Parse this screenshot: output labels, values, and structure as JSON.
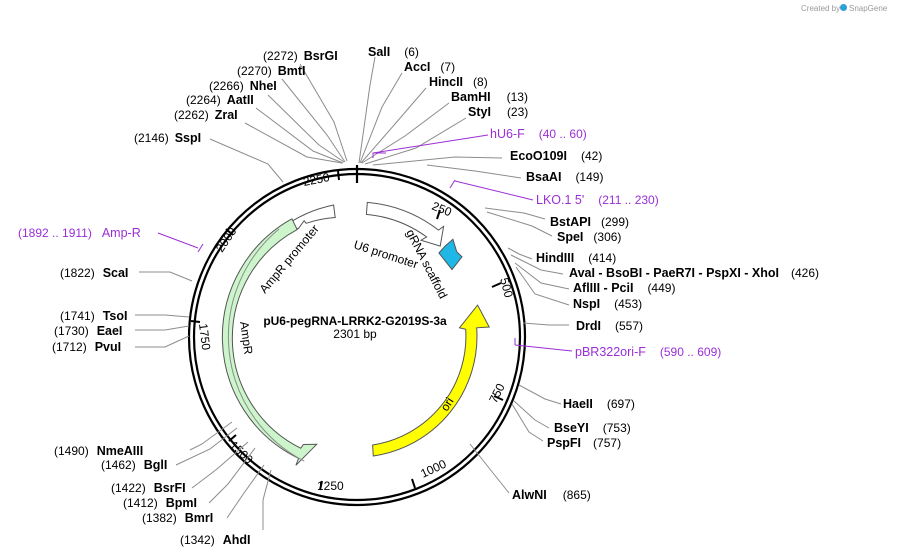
{
  "watermark": {
    "prefix": "Created by",
    "brand": "SnapGene"
  },
  "plasmid": {
    "name": "pU6-pegRNA-LRRK2-G2019S-3a",
    "length_label": "2301 bp"
  },
  "ticks": [
    "250",
    "500",
    "750",
    "1000",
    "1250",
    "1500",
    "1750",
    "2000",
    "2250"
  ],
  "features": {
    "u6_promoter": "U6 promoter",
    "grna_scaffold": "gRNA scaffold",
    "ampr_promoter": "AmpR promoter",
    "ampr": "AmpR",
    "ori": "ori"
  },
  "feature_colors": {
    "u6_promoter": "#ffffff",
    "grna_scaffold": "#1fb8e6",
    "ampr_promoter": "#ffffff",
    "ampr": "#ccf5cc",
    "ori": "#ffff00",
    "primer": "#9b2fd6"
  },
  "sites": [
    {
      "name": "BsrGI",
      "pos": "(2272)"
    },
    {
      "name": "BmtI",
      "pos": "(2270)"
    },
    {
      "name": "NheI",
      "pos": "(2266)"
    },
    {
      "name": "AatII",
      "pos": "(2264)"
    },
    {
      "name": "ZraI",
      "pos": "(2262)"
    },
    {
      "name": "SspI",
      "pos": "(2146)"
    },
    {
      "name": "SalI",
      "pos": "(6)"
    },
    {
      "name": "AccI",
      "pos": "(7)"
    },
    {
      "name": "HincII",
      "pos": "(8)"
    },
    {
      "name": "BamHI",
      "pos": "(13)"
    },
    {
      "name": "StyI",
      "pos": "(23)"
    },
    {
      "name": "EcoO109I",
      "pos": "(42)"
    },
    {
      "name": "BsaAI",
      "pos": "(149)"
    },
    {
      "name": "BstAPI",
      "pos": "(299)"
    },
    {
      "name": "SpeI",
      "pos": "(306)"
    },
    {
      "name": "HindIII",
      "pos": "(414)"
    },
    {
      "name": "AvaI - BsoBI - PaeR7I - PspXI - XhoI",
      "pos": "(426)"
    },
    {
      "name": "AflIII - PciI",
      "pos": "(449)"
    },
    {
      "name": "NspI",
      "pos": "(453)"
    },
    {
      "name": "DrdI",
      "pos": "(557)"
    },
    {
      "name": "HaeII",
      "pos": "(697)"
    },
    {
      "name": "BseYI",
      "pos": "(753)"
    },
    {
      "name": "PspFI",
      "pos": "(757)"
    },
    {
      "name": "AlwNI",
      "pos": "(865)"
    },
    {
      "name": "ScaI",
      "pos": "(1822)"
    },
    {
      "name": "TsoI",
      "pos": "(1741)"
    },
    {
      "name": "EaeI",
      "pos": "(1730)"
    },
    {
      "name": "PvuI",
      "pos": "(1712)"
    },
    {
      "name": "NmeAIII",
      "pos": "(1490)"
    },
    {
      "name": "BglI",
      "pos": "(1462)"
    },
    {
      "name": "BsrFI",
      "pos": "(1422)"
    },
    {
      "name": "BpmI",
      "pos": "(1412)"
    },
    {
      "name": "BmrI",
      "pos": "(1382)"
    },
    {
      "name": "AhdI",
      "pos": "(1342)"
    }
  ],
  "primers": [
    {
      "name": "hU6-F",
      "range": "(40 .. 60)"
    },
    {
      "name": "LKO.1 5'",
      "range": "(211 .. 230)"
    },
    {
      "name": "pBR322ori-F",
      "range": "(590 .. 609)"
    },
    {
      "name": "Amp-R",
      "range": "(1892 .. 1911)"
    }
  ]
}
